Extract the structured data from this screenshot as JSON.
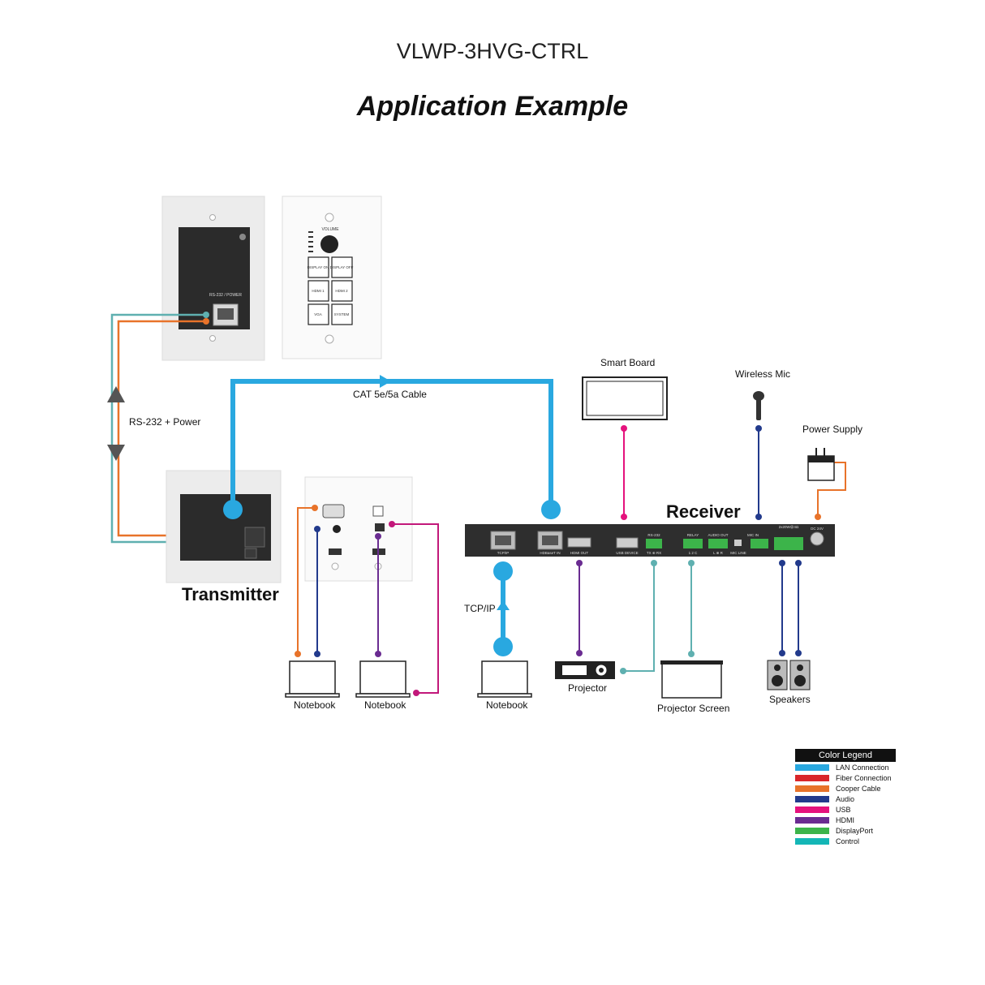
{
  "header": {
    "model": "VLWP-3HVG-CTRL",
    "title": "Application Example"
  },
  "labels": {
    "cat_cable": "CAT 5e/5a Cable",
    "rs232_power": "RS-232 + Power",
    "transmitter": "Transmitter",
    "receiver": "Receiver",
    "tcpip": "TCP/IP",
    "smart_board": "Smart Board",
    "wireless_mic": "Wireless Mic",
    "power_supply": "Power Supply",
    "notebook_1": "Notebook",
    "notebook_2": "Notebook",
    "notebook_3": "Notebook",
    "projector": "Projector",
    "projector_screen": "Projector Screen",
    "speakers": "Speakers"
  },
  "control_panel": {
    "port_label": "RS-232 / POWER",
    "volume_label": "VOLUME",
    "buttons": [
      "DISPLAY ON",
      "DISPLAY OFF",
      "HDMI 1",
      "HDMI 2",
      "VGA",
      "SYSTEM"
    ]
  },
  "receiver_ports": {
    "tcpip": "TCP/IP",
    "hdbaset_in": "HDBaseT IN",
    "hdmi_out": "HDMI OUT",
    "usb_device": "USB DEVICE",
    "rs232": "RS-232",
    "rs232_pins": "TX ⊕ RX",
    "relay": "RELAY",
    "relay_pins": "1 2 C",
    "audio_out": "AUDIO OUT",
    "audio_pins": "L ⊕ R",
    "mic_in": "MIC IN",
    "mic_line": "MIC LINE",
    "speaker_out": "2x20W@4Ω",
    "dc": "DC 24V"
  },
  "legend": {
    "title": "Color Legend",
    "items": [
      {
        "label": "LAN Connection",
        "color": "#29a8e0"
      },
      {
        "label": "Fiber Connection",
        "color": "#d9262a"
      },
      {
        "label": "Cooper Cable",
        "color": "#e8732a"
      },
      {
        "label": "Audio",
        "color": "#223a8c"
      },
      {
        "label": "USB",
        "color": "#e5127d"
      },
      {
        "label": "HDMI",
        "color": "#6a2c91"
      },
      {
        "label": "DisplayPort",
        "color": "#3cb44a"
      },
      {
        "label": "Control",
        "color": "#14b6b6"
      }
    ]
  },
  "colors": {
    "lan": "#29a8e0",
    "copper": "#e8732a",
    "control": "#5fb0b0",
    "audio": "#223a8c",
    "usb": "#e5127d",
    "hdmi": "#6a2c91",
    "device_dark": "#2e2e2e"
  }
}
